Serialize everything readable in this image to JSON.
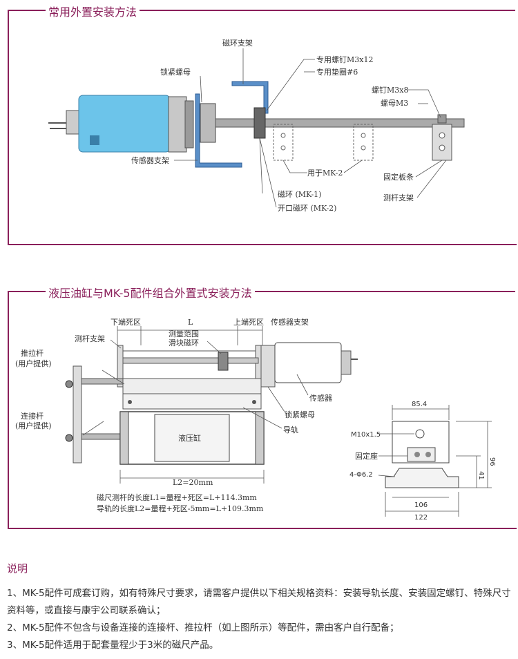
{
  "section1": {
    "title": "常用外置安装方法",
    "labels": {
      "magnet_ring_bracket": "磁环支架",
      "lock_nut": "锁紧螺母",
      "special_screw": "专用螺钉M3x12",
      "special_washer": "专用垫圈#6",
      "screw_m3x8": "螺钉M3x8",
      "nut_m3": "螺母M3",
      "sensor_bracket": "传感器支架",
      "for_mk2": "用于MK-2",
      "fixing_plate": "固定板条",
      "magnet_ring": "磁环 (MK-1)",
      "open_magnet_ring": "开口磁环 (MK-2)",
      "rod_bracket": "测杆支架"
    }
  },
  "section2": {
    "title": "液压油缸与MK-5配件组合外置式安装方法",
    "labels": {
      "lower_dead_zone": "下端死区",
      "L": "L",
      "upper_dead_zone": "上端死区",
      "sensor_bracket": "传感器支架",
      "rod_bracket": "测杆支架",
      "range_slider_1": "测量范围",
      "range_slider_2": "滑块磁环",
      "push_rod_1": "推拉杆",
      "push_rod_2": "(用户提供)",
      "sensor": "传感器",
      "lock_nut": "锁紧螺母",
      "link_rod_1": "连接杆",
      "link_rod_2": "(用户提供)",
      "guide_rail": "导轨",
      "hydraulic_cylinder": "液压缸",
      "l2": "L2=20mm",
      "formula1": "磁尺测杆的长度L1=量程+死区=L+114.3mm",
      "formula2": "导轨的长度L2=量程+死区-5mm=L+109.3mm"
    },
    "side_view": {
      "dim_top": "85.4",
      "m10": "M10x1.5",
      "fixed_seat": "固定座",
      "hole": "4-Φ6.2",
      "dim_106": "106",
      "dim_122": "122",
      "dim_96": "96",
      "dim_41": "41"
    }
  },
  "notes": {
    "title": "说明",
    "items": [
      "1、MK-5配件可成套订购，如有特殊尺寸要求，请需客户提供以下相关规格资料：安装导轨长度、安装固定螺钉、特殊尺寸资料等，或直接与康宇公司联系确认；",
      "2、MK-5配件不包含与设备连接的连接杆、推拉杆（如上图所示）等配件，需由客户自行配备；",
      "3、MK-5配件适用于配套量程少于3米的磁尺产品。"
    ]
  },
  "colors": {
    "accent": "#8a1f5a",
    "sensor_blue": "#6cc4ea",
    "bracket_blue": "#5a8fc8"
  }
}
